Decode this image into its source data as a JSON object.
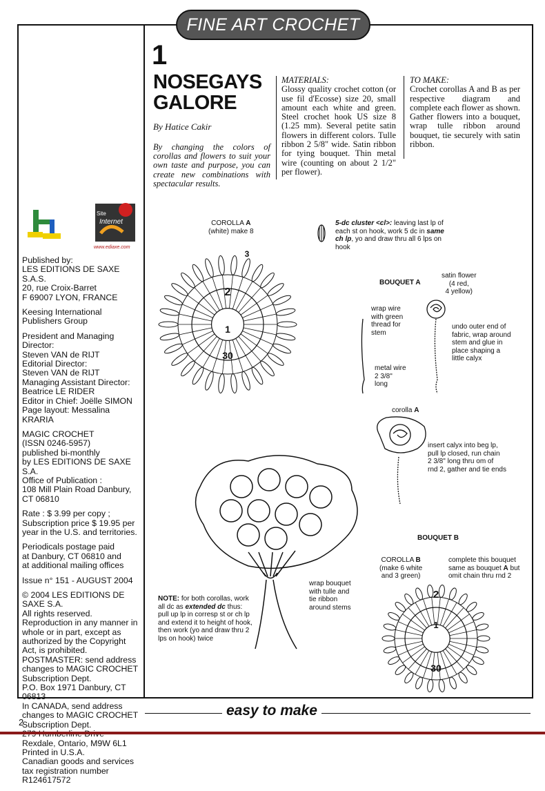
{
  "header": {
    "banner": "FINE ART CROCHET"
  },
  "article": {
    "number": "1",
    "title": "NOSEGAYS\nGALORE",
    "byline": "By Hatice Cakir",
    "intro": "By changing the colors of corollas and flowers to suit your own taste and purpose, you can create new combinations with spectacular results."
  },
  "materials": {
    "heading": "MATERIALS:",
    "text": "Glossy quality crochet cotton (or use fil d'Ecosse) size 20, small amount each white and green. Steel crochet hook US size 8 (1.25 mm). Several petite satin flowers in different colors. Tulle ribbon 2 5/8\" wide. Satin ribbon for tying bouquet. Thin metal wire (counting on about 2 1/2\" per flower)."
  },
  "to_make": {
    "heading": "TO MAKE:",
    "text": "Crochet corollas A and B as per respective diagram and complete each flower as shown. Gather flowers into a bouquet, wrap tulle ribbon around bouquet, tie securely with satin ribbon."
  },
  "logos": {
    "site_line1": "Site",
    "site_line2": "Internet",
    "url": "www.ediaxe.com"
  },
  "publisher": {
    "published_by": "Published by:\nLES EDITIONS DE SAXE S.A.S.\n20, rue Croix-Barret\nF 69007 LYON, FRANCE",
    "group": "Keesing International Publishers Group",
    "staff": "President and Managing Director:\nSteven VAN de RIJT\nEditorial Director:\nSteven VAN de RIJT\nManaging Assistant Director:\nBeatrice LE RIDER\nEditor in Chief: Joëlle SIMON\nPage layout: Messalina KRARIA",
    "magazine": "MAGIC CROCHET\n(ISSN 0246-5957)\npublished bi-monthly\nby LES EDITIONS DE SAXE S.A.\nOffice of Publication :\n108 Mill Plain Road Danbury,\nCT 06810",
    "rate": "Rate : $ 3.99 per copy ; Subscription price $ 19.95 per year in the U.S. and territories.",
    "postage": "Periodicals postage paid\nat Danbury, CT 06810 and\nat additional mailing offices",
    "issue": "Issue n° 151 - AUGUST 2004",
    "copyright": "© 2004 LES EDITIONS DE SAXE S.A.\nAll rights reserved. Reproduction in any manner in whole or in part, except as authorized by the Copyright Act, is prohibited.\nPOSTMASTER: send address changes to MAGIC CROCHET Subscription Dept.\nP.O. Box 1971 Danbury, CT 06813\nIn CANADA, send address changes to MAGIC CROCHET\nSubscription Dept.\n279 Humberline Drive\nRexdale, Ontario, M9W 6L1\nPrinted in U.S.A.\nCanadian goods and services tax registration number R124617572"
  },
  "diagram": {
    "corolla_a": {
      "label": "COROLLA",
      "letter": "A",
      "sub": "(white) make 8",
      "r3": "3",
      "r2": "2",
      "r1": "1",
      "start": "30"
    },
    "cluster_label": "5-dc cluster <cl>:",
    "cluster_rest1": " leaving last lp of each st on hook, work 5 dc in ",
    "cluster_bold": "same ch lp",
    "cluster_rest2": ", yo and draw thru all 6 lps on hook",
    "bouquet_a": "BOUQUET A",
    "satin_flower": "satin flower\n(4 red,\n4 yellow)",
    "wrap_wire": "wrap wire\nwith green\nthread for\nstem",
    "undo_outer": "undo outer end of\nfabric, wrap around\nstem and glue in\nplace shaping a\nlittle calyx",
    "metal_wire": "metal wire\n2 3/8\"\nlong",
    "corolla_a2": "corolla",
    "corolla_a2_letter": "A",
    "insert_calyx": "insert calyx into beg lp,\npull lp closed, run chain\n2 3/8\" long thru om of\nrnd 2, gather and tie ends",
    "bouquet_b": "BOUQUET B",
    "corolla_b": "COROLLA",
    "corolla_b_letter": "B",
    "corolla_b_sub": "(make 6 white\nand 3 green)",
    "complete_b1": "complete this bouquet\nsame as bouquet ",
    "complete_b_bold": "A",
    "complete_b2": " but\nomit chain thru rnd 2",
    "b_r2": "2",
    "b_r1": "1",
    "b_start": "30",
    "wrap_bouquet": "wrap bouquet\nwith tulle and\ntie ribbon\naround stems",
    "note_head": "NOTE:",
    "note_1": " for both corollas, work all dc as ",
    "note_bold": "extended dc",
    "note_2": " thus: pull up lp in corresp st or ch lp and extend it to height of hook, then work (yo and draw thru 2 lps on hook) twice"
  },
  "footer": {
    "easy": "easy to make",
    "page": "2"
  }
}
